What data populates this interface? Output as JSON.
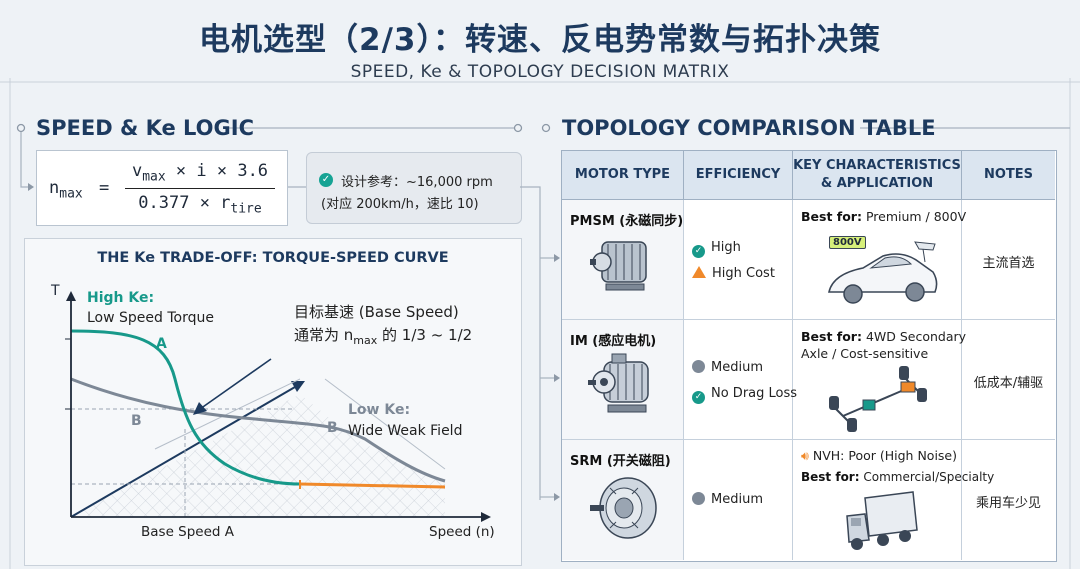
{
  "header": {
    "title": "电机选型（2/3）：转速、反电势常数与拓扑决策",
    "subtitle": "SPEED, Ke & TOPOLOGY DECISION MATRIX"
  },
  "speed_section": {
    "title": "SPEED & Ke LOGIC",
    "formula": {
      "lhs": "n",
      "lhs_sub": "max",
      "eq": "=",
      "numerator": "v",
      "numerator_sub": "max",
      "numerator_rest": " × i × 3.6",
      "denominator": "0.377 × r",
      "denominator_sub": "tire"
    },
    "reference": {
      "line1": "设计参考：~16,000 rpm",
      "line2": "(对应 200km/h，速比 10)"
    }
  },
  "curve": {
    "title": "THE Ke TRADE-OFF: TORQUE-SPEED CURVE",
    "y_axis": "T",
    "x_axis": "Speed (n)",
    "base_speed_label": "Base Speed A",
    "high_ke_title": "High Ke:",
    "high_ke_desc": "Low Speed Torque",
    "low_ke_title": "Low Ke:",
    "low_ke_desc": "Wide Weak Field",
    "label_a": "A",
    "label_b_left": "B",
    "label_b_right": "B",
    "annotation_line1": "目标基速 (Base Speed)",
    "annotation_line2_pre": "通常为 n",
    "annotation_line2_sub": "max",
    "annotation_line2_post": " 的 1/3 ~ 1/2",
    "colors": {
      "curve_a": "#17998a",
      "curve_b": "#7d8896",
      "field_weak": "#f0892a"
    }
  },
  "topology": {
    "title": "TOPOLOGY COMPARISON TABLE",
    "headers": [
      "MOTOR TYPE",
      "EFFICIENCY",
      "KEY CHARACTERISTICS & APPLICATION",
      "NOTES"
    ],
    "header_kc_line1": "KEY CHARACTERISTICS",
    "header_kc_line2": "& APPLICATION",
    "rows": [
      {
        "type": "PMSM (永磁同步)",
        "eff1": "High",
        "eff1_icon": "check-icon",
        "eff2": "High Cost",
        "eff2_icon": "warning-icon",
        "best_for": "Best for:",
        "app": "Premium / 800V",
        "badge": "800V",
        "note": "主流首选"
      },
      {
        "type": "IM (感应电机)",
        "eff1": "Medium",
        "eff1_icon": "gray-dot-icon",
        "eff2": "No Drag Loss",
        "eff2_icon": "check-icon",
        "best_for": "Best for:",
        "app1": " 4WD Secondary",
        "app2": "Axle / Cost-sensitive",
        "note": "低成本/辅驱"
      },
      {
        "type": "SRM (开关磁阻)",
        "eff1": "Medium",
        "eff1_icon": "gray-dot-icon",
        "nvh": "NVH: Poor (High Noise)",
        "best_for": "Best for:",
        "app": " Commercial/Specialty",
        "note": "乘用车少见"
      }
    ]
  }
}
